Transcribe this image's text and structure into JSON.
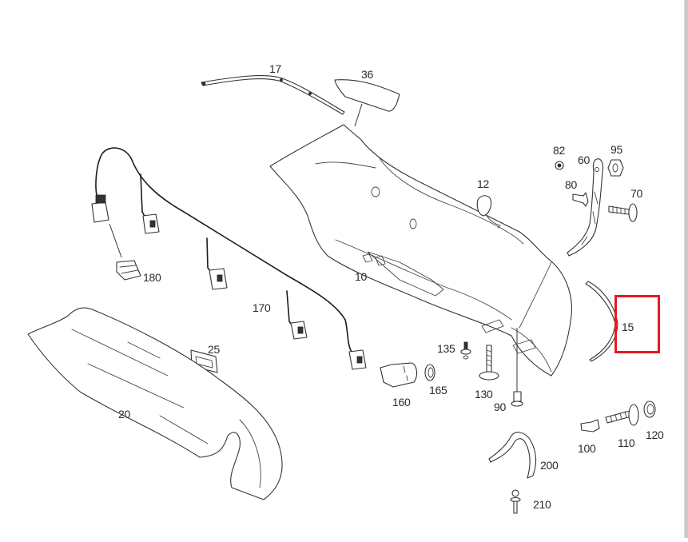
{
  "diagram": {
    "title": "Rear bumper exploded parts diagram",
    "parts": [
      {
        "id": "p10",
        "number": "10",
        "name": "rear bumper cover"
      },
      {
        "id": "p12",
        "number": "12",
        "name": "towing eye cover"
      },
      {
        "id": "p15",
        "number": "15",
        "name": "bumper trim strip",
        "highlighted": true
      },
      {
        "id": "p17",
        "number": "17",
        "name": "upper trim molding"
      },
      {
        "id": "p20",
        "number": "20",
        "name": "lower diffuser panel"
      },
      {
        "id": "p25",
        "number": "25",
        "name": "reflector insert"
      },
      {
        "id": "p36",
        "number": "36",
        "name": "upper cover panel"
      },
      {
        "id": "p60",
        "number": "60",
        "name": "side mounting bracket"
      },
      {
        "id": "p70",
        "number": "70",
        "name": "screw with washer"
      },
      {
        "id": "p80",
        "number": "80",
        "name": "expanding clip"
      },
      {
        "id": "p82",
        "number": "82",
        "name": "nut"
      },
      {
        "id": "p90",
        "number": "90",
        "name": "clip rivet"
      },
      {
        "id": "p95",
        "number": "95",
        "name": "spacer"
      },
      {
        "id": "p100",
        "number": "100",
        "name": "push clip"
      },
      {
        "id": "p110",
        "number": "110",
        "name": "screw"
      },
      {
        "id": "p120",
        "number": "120",
        "name": "grommet"
      },
      {
        "id": "p130",
        "number": "130",
        "name": "screw with washer"
      },
      {
        "id": "p135",
        "number": "135",
        "name": "screw"
      },
      {
        "id": "p160",
        "number": "160",
        "name": "parking sensor"
      },
      {
        "id": "p165",
        "number": "165",
        "name": "sensor seal ring"
      },
      {
        "id": "p170",
        "number": "170",
        "name": "wiring harness"
      },
      {
        "id": "p180",
        "number": "180",
        "name": "connector"
      },
      {
        "id": "p200",
        "number": "200",
        "name": "wheel arch bracket"
      },
      {
        "id": "p210",
        "number": "210",
        "name": "pin clip"
      }
    ],
    "highlight_color": "#e31b23"
  }
}
